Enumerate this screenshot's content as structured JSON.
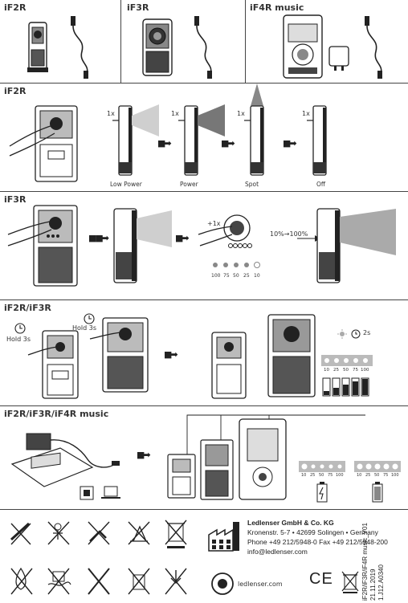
{
  "top_row": {
    "models": [
      {
        "label": "iF2R"
      },
      {
        "label": "iF3R"
      },
      {
        "label": "iF4R music"
      }
    ]
  },
  "sections": {
    "if2r": {
      "label": "iF2R",
      "press": "1x",
      "modes": [
        "Low Power",
        "Power",
        "Spot",
        "Off"
      ]
    },
    "if3r": {
      "label": "iF3R",
      "press": "+1x",
      "range": "10%→100%",
      "levels": [
        "100",
        "75",
        "50",
        "25",
        "10"
      ]
    },
    "if2r_if3r": {
      "label": "iF2R/iF3R",
      "hold_left": "Hold 3s",
      "hold_right": "Hold 3s",
      "timer": "2s",
      "levels": [
        "10",
        "25",
        "50",
        "75",
        "100"
      ]
    },
    "charging": {
      "label": "iF2R/iF3R/iF4R music",
      "levels_left": [
        "10",
        "25",
        "50",
        "75",
        "100"
      ],
      "levels_right": [
        "10",
        "25",
        "50",
        "75",
        "100"
      ]
    }
  },
  "footer": {
    "company": "Ledlenser GmbH & Co. KG",
    "address": "Kronenstr. 5-7 • 42699 Solingen • Germany",
    "phone": "Phone +49 212/5948-0 Fax +49 212/5948-200",
    "email": "info@ledlenser.com",
    "website": "ledlenser.com",
    "ce_mark": "CE",
    "version": "iF2R/iF3R/iF4R music_V01",
    "date": "21.11.2019",
    "code": "1.J12.A0340"
  },
  "colors": {
    "line": "#444444",
    "device": "#2a2a2a",
    "beam_light": "#cfcfcf",
    "beam_dark": "#777777"
  }
}
